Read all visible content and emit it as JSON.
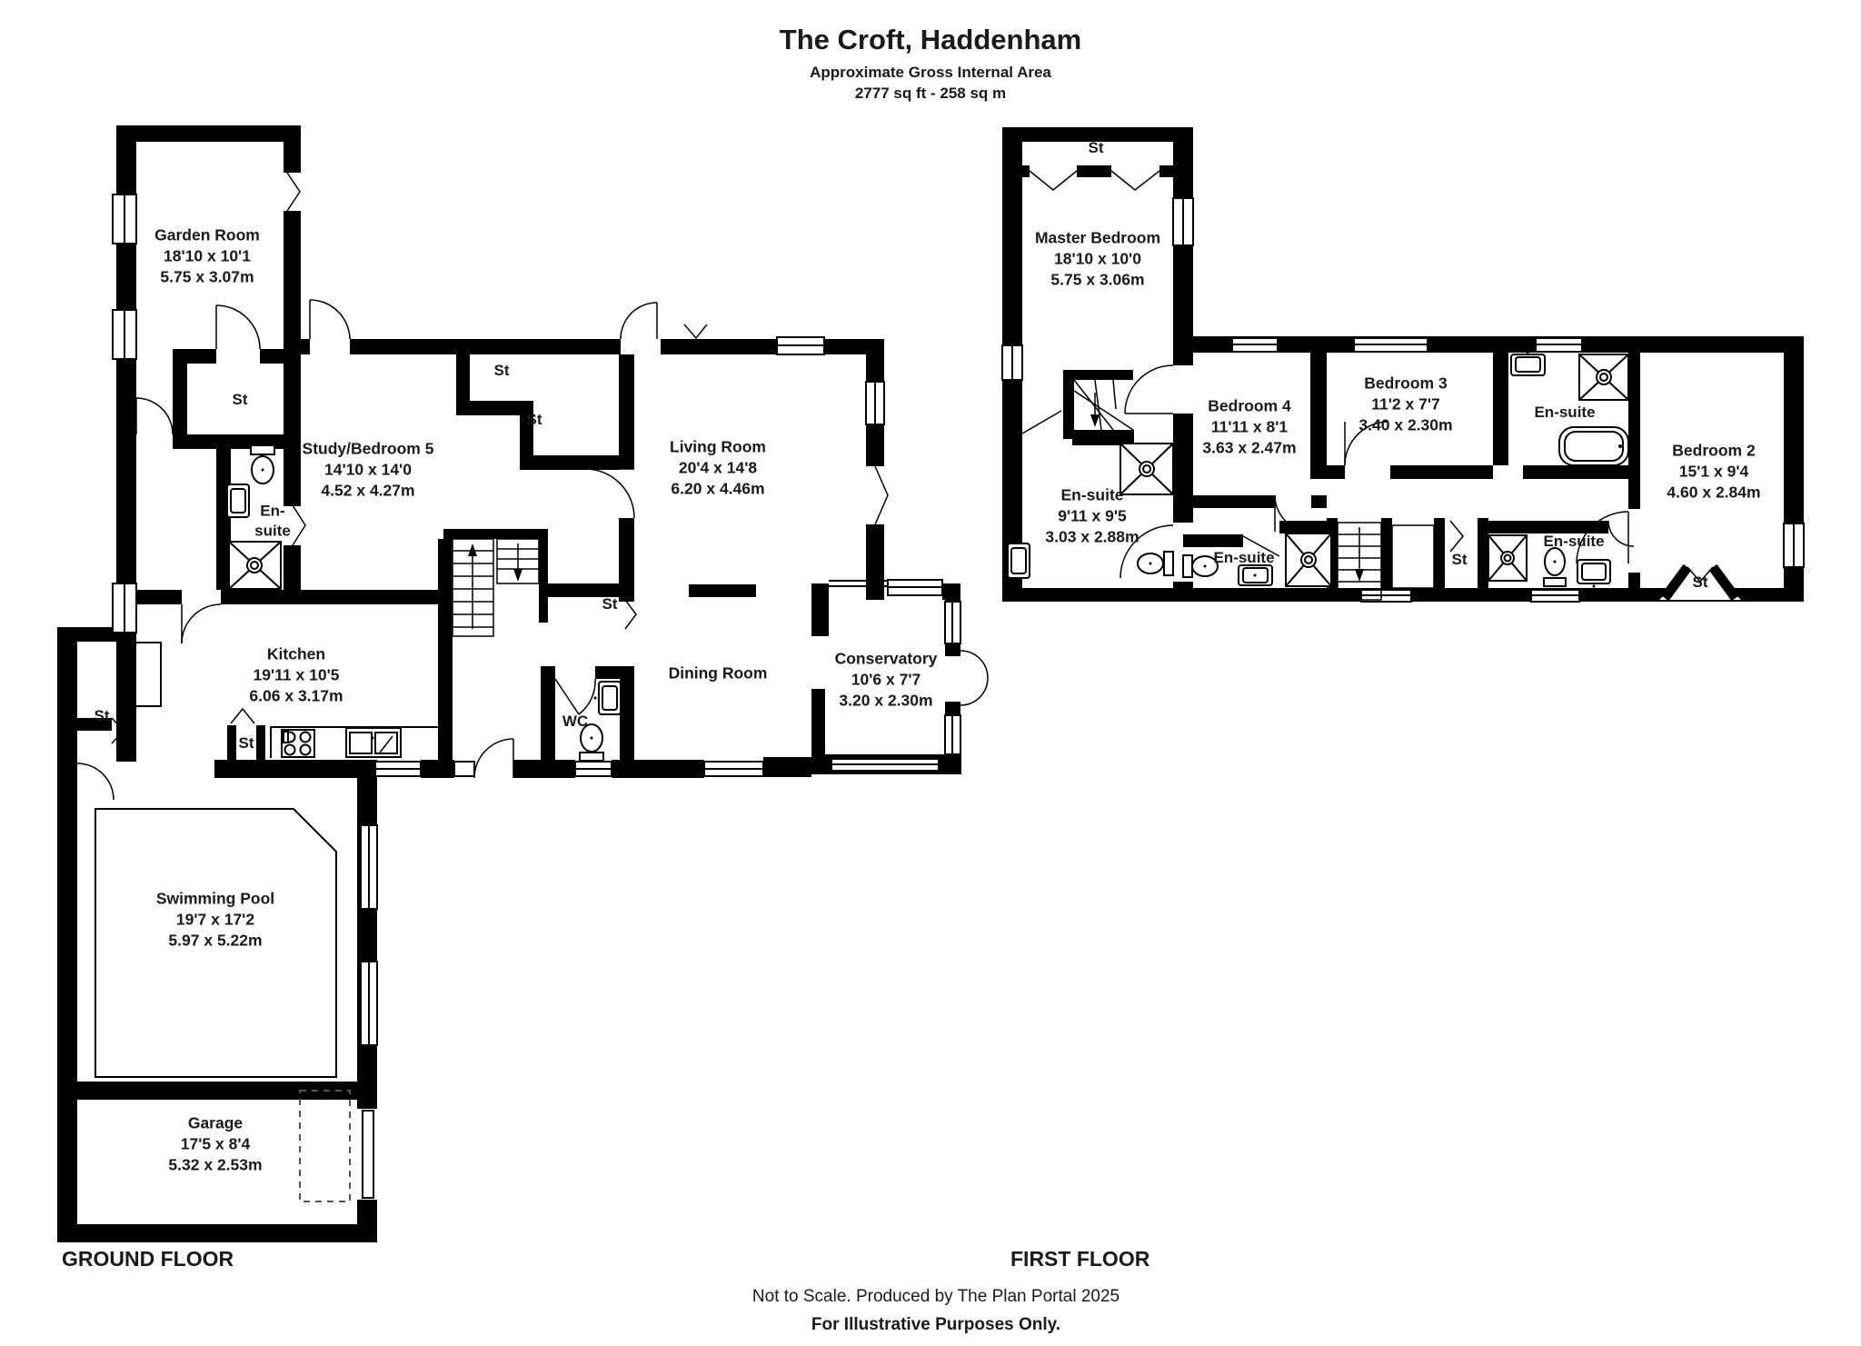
{
  "title": {
    "line1": "The Croft, Haddenham",
    "line2": "Approximate Gross Internal Area",
    "line3": "2777 sq ft - 258 sq m"
  },
  "labels": {
    "st": "St",
    "ensuite": "En-suite",
    "wc": "WC"
  },
  "ground": {
    "floor_label": "GROUND FLOOR",
    "rooms": [
      {
        "name": "Garden Room",
        "imperial": "18'10 x 10'1",
        "metric": "5.75 x 3.07m"
      },
      {
        "name": "Study/Bedroom 5",
        "imperial": "14'10 x 14'0",
        "metric": "4.52 x 4.27m"
      },
      {
        "name": "Living Room",
        "imperial": "20'4 x 14'8",
        "metric": "6.20 x 4.46m"
      },
      {
        "name": "Kitchen",
        "imperial": "19'11 x 10'5",
        "metric": "6.06 x 3.17m"
      },
      {
        "name": "Dining Room"
      },
      {
        "name": "Conservatory",
        "imperial": "10'6 x 7'7",
        "metric": "3.20 x 2.30m"
      },
      {
        "name": "Swimming Pool",
        "imperial": "19'7 x 17'2",
        "metric": "5.97 x 5.22m"
      },
      {
        "name": "Garage",
        "imperial": "17'5 x 8'4",
        "metric": "5.32 x 2.53m"
      }
    ]
  },
  "first": {
    "floor_label": "FIRST FLOOR",
    "rooms": [
      {
        "name": "Master Bedroom",
        "imperial": "18'10 x 10'0",
        "metric": "5.75 x 3.06m"
      },
      {
        "name": "En-suite",
        "imperial": "9'11 x 9'5",
        "metric": "3.03 x 2.88m"
      },
      {
        "name": "Bedroom 4",
        "imperial": "11'11 x 8'1",
        "metric": "3.63 x 2.47m"
      },
      {
        "name": "Bedroom 3",
        "imperial": "11'2 x 7'7",
        "metric": "3.40 x 2.30m"
      },
      {
        "name": "Bedroom 2",
        "imperial": "15'1 x 9'4",
        "metric": "4.60 x 2.84m"
      }
    ]
  },
  "footer": {
    "note1": "Not to Scale. Produced by The Plan Portal 2025",
    "note2": "For Illustrative Purposes Only."
  }
}
